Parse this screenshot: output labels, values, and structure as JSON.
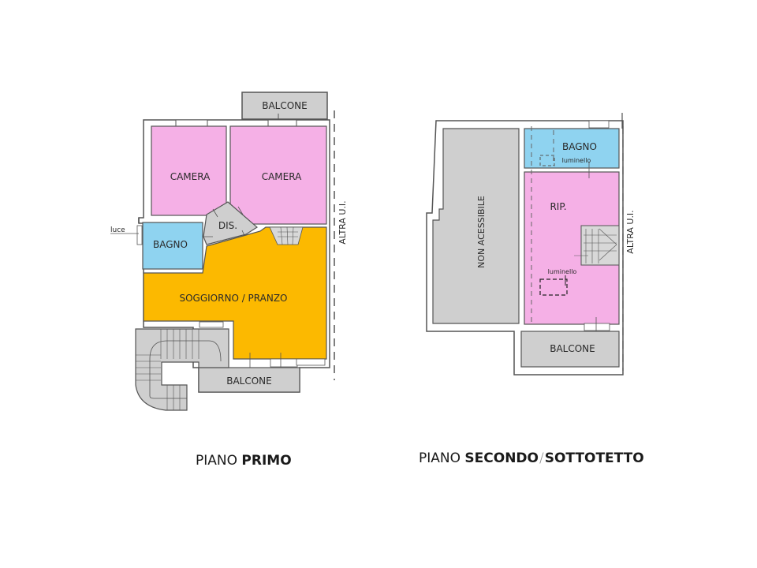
{
  "colors": {
    "camera": "#f5b0e6",
    "bagno": "#8fd3f0",
    "soggiorno": "#fcb900",
    "grey": "#cfcfcf",
    "wall": "#555555",
    "background": "#ffffff"
  },
  "piano_primo": {
    "caption_prefix": "PIANO",
    "caption_bold": "PRIMO",
    "rooms": {
      "balcone_top": "BALCONE",
      "camera_left": "CAMERA",
      "camera_right": "CAMERA",
      "dis": "DIS.",
      "bagno": "BAGNO",
      "soggiorno": "SOGGIORNO / PRANZO",
      "balcone_bottom": "BALCONE"
    },
    "luce_label": "luce",
    "neighbor_label": "ALTRA U.I."
  },
  "piano_secondo": {
    "caption_prefix": "PIANO",
    "caption_bold_1": "SECONDO",
    "caption_sep": "/",
    "caption_bold_2": "SOTTOTETTO",
    "rooms": {
      "non_accessibile": "NON ACESSIBILE",
      "bagno": "BAGNO",
      "rip": "RIP.",
      "balcone": "BALCONE"
    },
    "luminello_1": "luminello",
    "luminello_2": "luminello",
    "neighbor_label": "ALTRA U.I."
  }
}
